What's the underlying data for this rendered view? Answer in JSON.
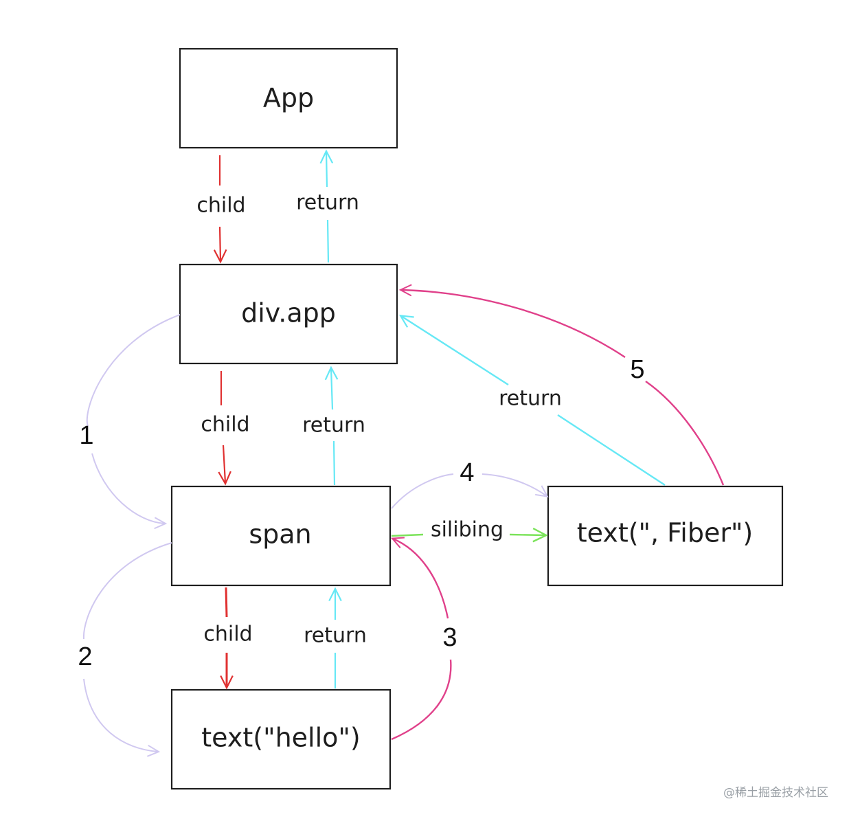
{
  "nodes": {
    "app": "App",
    "div_app": "div.app",
    "span": "span",
    "text_hello": "text(\"hello\")",
    "text_fiber": "text(\", Fiber\")"
  },
  "edges": {
    "child_1": "child",
    "return_1": "return",
    "child_2": "child",
    "return_2": "return",
    "child_3": "child",
    "return_3": "return",
    "return_4": "return",
    "sibling": "silibing"
  },
  "steps": [
    "1",
    "2",
    "3",
    "4",
    "5"
  ],
  "watermark": "@稀土掘金技术社区",
  "colors": {
    "child": "#e03131",
    "return": "#66e8f5",
    "sibling": "#7be35a",
    "traversal": "#d0c8f0",
    "back": "#e0408a",
    "stroke": "#1e1e1e"
  }
}
